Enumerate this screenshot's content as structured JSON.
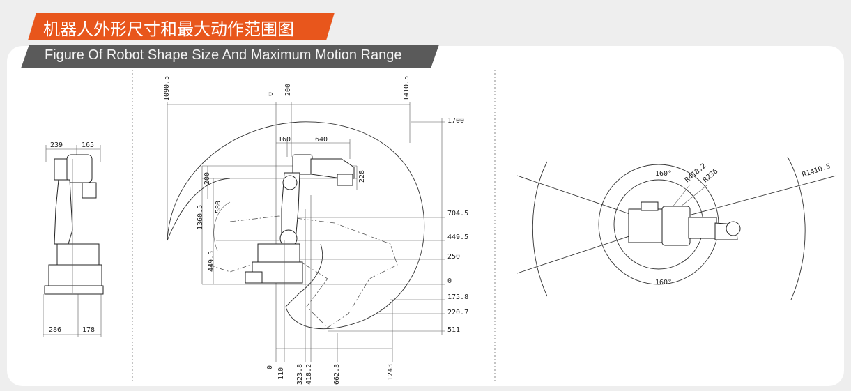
{
  "header": {
    "title_cn": "机器人外形尺寸和最大动作范围图",
    "title_en": "Figure Of Robot Shape Size And Maximum Motion Range"
  },
  "colors": {
    "accent": "#e8561c",
    "dark_tag": "#5a5a5a",
    "card": "#ffffff",
    "background": "#eeeeee"
  },
  "side_view": {
    "top_dims": [
      "239",
      "165"
    ],
    "bottom_dims": [
      "286",
      "178"
    ]
  },
  "range_view": {
    "top_x": [
      "1090.5",
      "0",
      "200",
      "1410.5"
    ],
    "upper_arm": [
      "160",
      "640"
    ],
    "right_y": [
      "1700",
      "704.5",
      "449.5",
      "250",
      "0",
      "175.8",
      "220.7",
      "511"
    ],
    "left_y": [
      "200",
      "580",
      "1360.5",
      "449.5"
    ],
    "wrist": "228",
    "bottom_x": [
      "0",
      "110",
      "323.8",
      "418.2",
      "662.3",
      "1243"
    ]
  },
  "top_view": {
    "radii": [
      "R418.2",
      "R236",
      "R1410.5"
    ],
    "angles": [
      "160°",
      "160°"
    ]
  }
}
